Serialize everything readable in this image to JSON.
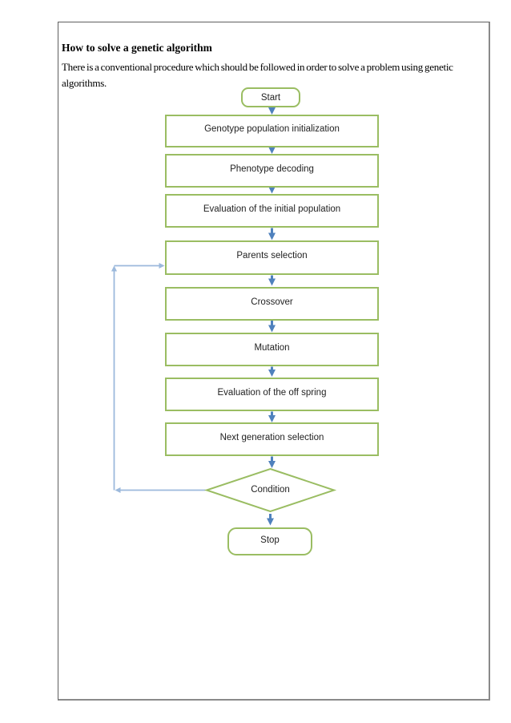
{
  "document": {
    "title": "How to solve a genetic algorithm",
    "paragraph": "There is a conventional procedure which should be followed in order to solve a problem using genetic algorithms."
  },
  "flowchart": {
    "nodes": [
      {
        "id": "start",
        "type": "terminator",
        "label": "Start"
      },
      {
        "id": "genotype-init",
        "type": "process",
        "label": "Genotype population initialization"
      },
      {
        "id": "phenotype-decoding",
        "type": "process",
        "label": "Phenotype decoding"
      },
      {
        "id": "eval-initial",
        "type": "process",
        "label": "Evaluation of the initial population"
      },
      {
        "id": "parents-selection",
        "type": "process",
        "label": "Parents selection"
      },
      {
        "id": "crossover",
        "type": "process",
        "label": "Crossover"
      },
      {
        "id": "mutation",
        "type": "process",
        "label": "Mutation"
      },
      {
        "id": "eval-offspring",
        "type": "process",
        "label": "Evaluation of the off spring"
      },
      {
        "id": "next-gen-selection",
        "type": "process",
        "label": "Next generation selection"
      },
      {
        "id": "condition",
        "type": "decision",
        "label": "Condition"
      },
      {
        "id": "stop",
        "type": "terminator",
        "label": "Stop"
      }
    ],
    "edges": [
      {
        "from": "start",
        "to": "genotype-init"
      },
      {
        "from": "genotype-init",
        "to": "phenotype-decoding"
      },
      {
        "from": "phenotype-decoding",
        "to": "eval-initial"
      },
      {
        "from": "eval-initial",
        "to": "parents-selection"
      },
      {
        "from": "parents-selection",
        "to": "crossover"
      },
      {
        "from": "crossover",
        "to": "mutation"
      },
      {
        "from": "mutation",
        "to": "eval-offspring"
      },
      {
        "from": "eval-offspring",
        "to": "next-gen-selection"
      },
      {
        "from": "next-gen-selection",
        "to": "condition"
      },
      {
        "from": "condition",
        "to": "stop"
      },
      {
        "from": "condition",
        "to": "parents-selection",
        "style": "feedback-loop-left"
      }
    ],
    "colors": {
      "shape_border": "#9ABD62",
      "arrow": "#4F81BD",
      "feedback_arrow": "#9CB9DC"
    }
  }
}
